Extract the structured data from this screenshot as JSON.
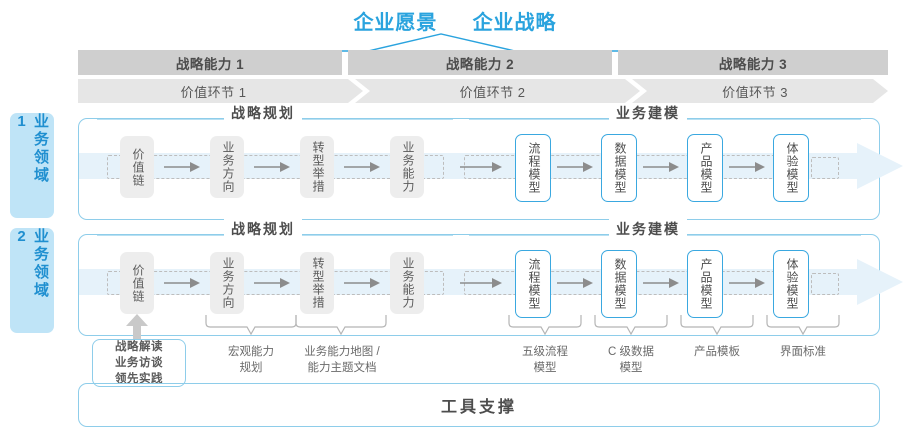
{
  "header": {
    "vision_title": "企业愿景",
    "strategy_title": "企业战略",
    "accent_color": "#2aa3de",
    "capabilities": [
      {
        "label": "战略能力 1"
      },
      {
        "label": "战略能力 2"
      },
      {
        "label": "战略能力 3"
      }
    ],
    "value_chains": [
      {
        "label": "价值环节 1"
      },
      {
        "label": "价值环节 2"
      },
      {
        "label": "价值环节 3"
      }
    ]
  },
  "domains": [
    {
      "side_label": "业务领域 1",
      "sections": [
        {
          "title": "战略规划"
        },
        {
          "title": "业务建模"
        }
      ],
      "nodes": [
        {
          "label": "价值链",
          "style": "gray"
        },
        {
          "label": "业务方向",
          "style": "gray"
        },
        {
          "label": "转型举措",
          "style": "gray"
        },
        {
          "label": "业务能力",
          "style": "gray"
        },
        {
          "label": "流程模型",
          "style": "blue"
        },
        {
          "label": "数据模型",
          "style": "blue"
        },
        {
          "label": "产品模型",
          "style": "blue"
        },
        {
          "label": "体验模型",
          "style": "blue"
        }
      ]
    },
    {
      "side_label": "业务领域 2",
      "sections": [
        {
          "title": "战略规划"
        },
        {
          "title": "业务建模"
        }
      ],
      "nodes": [
        {
          "label": "价值链",
          "style": "gray"
        },
        {
          "label": "业务方向",
          "style": "gray"
        },
        {
          "label": "转型举措",
          "style": "gray"
        },
        {
          "label": "业务能力",
          "style": "gray"
        },
        {
          "label": "流程模型",
          "style": "blue"
        },
        {
          "label": "数据模型",
          "style": "blue"
        },
        {
          "label": "产品模型",
          "style": "blue"
        },
        {
          "label": "体验模型",
          "style": "blue"
        }
      ]
    }
  ],
  "tools": {
    "highlight_box": "战略解读\n业务访谈\n领先实践",
    "labels": [
      {
        "text": "宏观能力\n规划"
      },
      {
        "text": "业务能力地图 /\n能力主题文档"
      },
      {
        "text": "五级流程\n模型"
      },
      {
        "text": "C 级数据\n模型"
      },
      {
        "text": "产品模板"
      },
      {
        "text": "界面标准"
      }
    ],
    "support_title": "工具支撑"
  }
}
